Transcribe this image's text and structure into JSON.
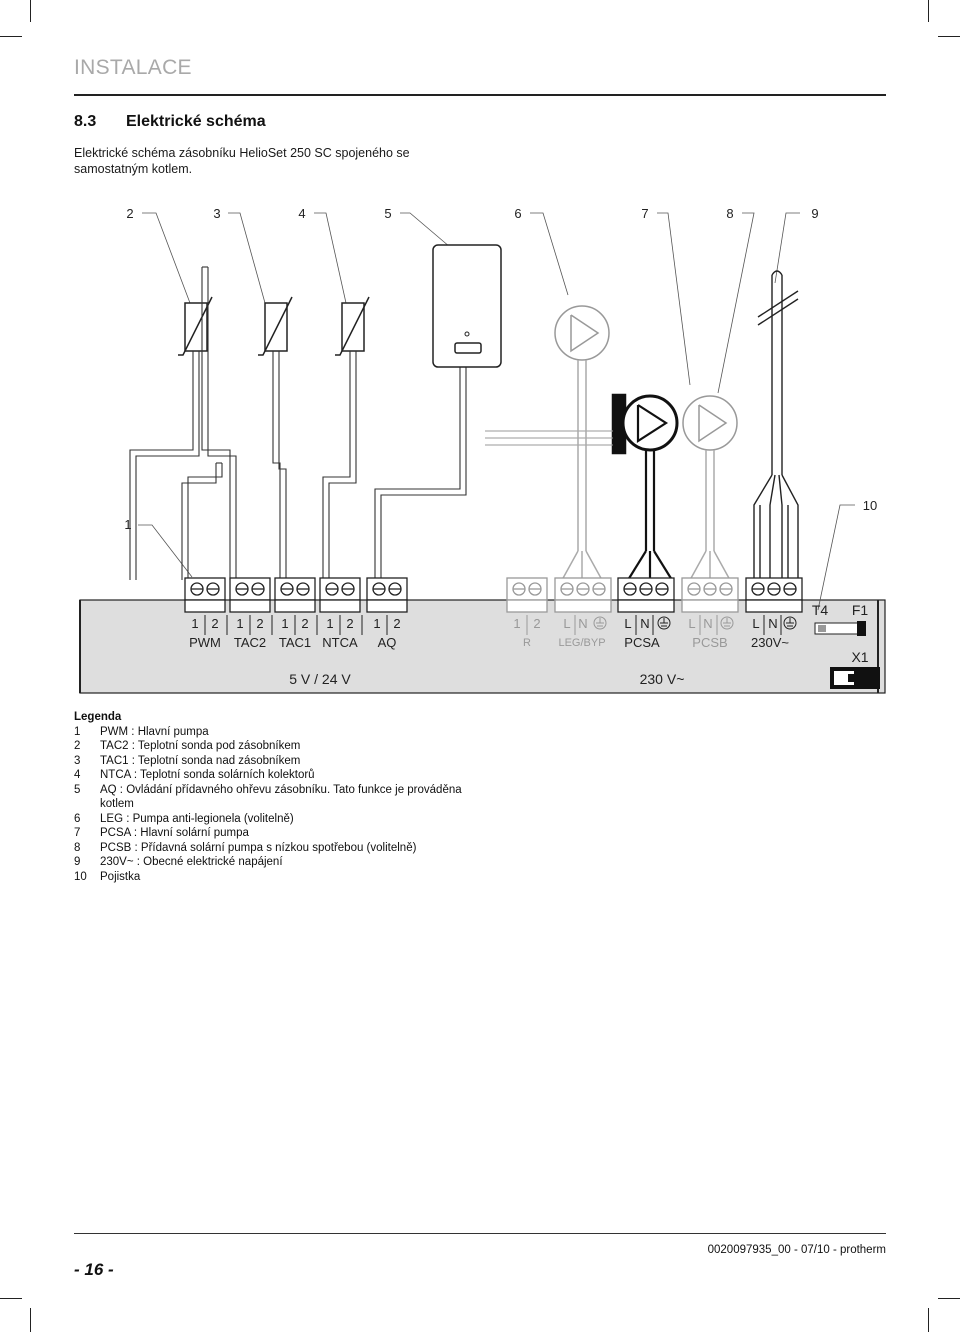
{
  "header": {
    "section": "INSTALACE",
    "number": "8.3",
    "title": "Elektrické schéma",
    "intro": "Elektrické schéma zásobníku HelioSet 250 SC spojeného se samostatným kotlem."
  },
  "diagram": {
    "callouts": [
      "1",
      "2",
      "3",
      "4",
      "5",
      "6",
      "7",
      "8",
      "9",
      "10"
    ],
    "low_voltage": "5 V / 24 V",
    "high_voltage": "230 V~",
    "pin_1": "1",
    "pin_2": "2",
    "pin_L": "L",
    "pin_N": "N",
    "connectors": {
      "pwm": "PWM",
      "tac2": "TAC2",
      "tac1": "TAC1",
      "ntca": "NTCA",
      "aq": "AQ",
      "r": "R",
      "leg": "LEG/BYP",
      "pcsa": "PCSA",
      "pcsb": "PCSB",
      "mains": "230V~"
    },
    "t4": "T4",
    "f1": "F1",
    "x1": "X1"
  },
  "legend": {
    "title": "Legenda",
    "items": [
      {
        "n": "1",
        "text": "PWM : Hlavní pumpa"
      },
      {
        "n": "2",
        "text": "TAC2 : Teplotní sonda pod zásobníkem"
      },
      {
        "n": "3",
        "text": "TAC1 : Teplotní sonda nad zásobníkem"
      },
      {
        "n": "4",
        "text": "NTCA : Teplotní sonda solárních kolektorů"
      },
      {
        "n": "5",
        "text": "AQ : Ovládání přídavného ohřevu zásobníku. Tato funkce je prováděna kotlem"
      },
      {
        "n": "6",
        "text": "LEG : Pumpa anti-legionela (volitelně)"
      },
      {
        "n": "7",
        "text": "PCSA : Hlavní solární pumpa"
      },
      {
        "n": "8",
        "text": "PCSB : Přídavná solární pumpa s nízkou spotřebou (volitelně)"
      },
      {
        "n": "9",
        "text": "230V~ : Obecné elektrické napájení"
      },
      {
        "n": "10",
        "text": "Pojistka"
      }
    ]
  },
  "footer": {
    "page": "- 16 -",
    "code": "0020097935_00 - 07/10 - protherm"
  }
}
